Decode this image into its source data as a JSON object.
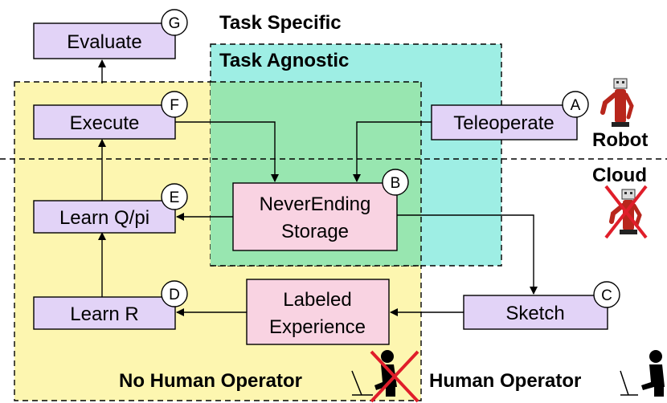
{
  "regions": {
    "task_specific": "Task Specific",
    "task_agnostic": "Task Agnostic",
    "robot": "Robot",
    "cloud": "Cloud",
    "no_human_operator": "No Human Operator",
    "human_operator": "Human Operator"
  },
  "nodes": {
    "evaluate": {
      "label": "Evaluate",
      "badge": "G"
    },
    "execute": {
      "label": "Execute",
      "badge": "F"
    },
    "teleoperate": {
      "label": "Teleoperate",
      "badge": "A"
    },
    "storage": {
      "line1": "NeverEnding",
      "line2": "Storage",
      "badge": "B"
    },
    "learn_q": {
      "label": "Learn Q/pi",
      "badge": "E"
    },
    "labeled": {
      "line1": "Labeled",
      "line2": "Experience"
    },
    "learn_r": {
      "label": "Learn R",
      "badge": "D"
    },
    "sketch": {
      "label": "Sketch",
      "badge": "C"
    }
  },
  "colors": {
    "purple_node": "#e2d3f7",
    "pink_node": "#f9d3e2",
    "yellow_region": "#fdf6b0",
    "cyan_region": "#9eeee4",
    "green_overlap": "#98e6b0",
    "robot_red": "#c0392b",
    "cross_red": "#e01e2a"
  }
}
